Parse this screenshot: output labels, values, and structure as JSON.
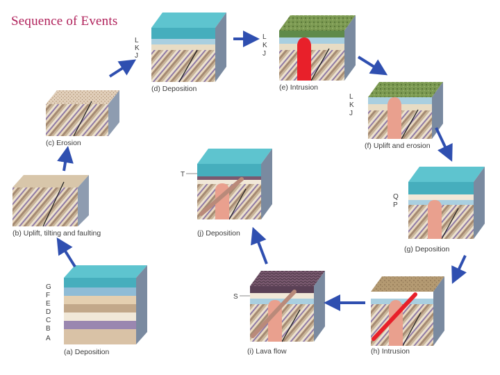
{
  "title": "Sequence of Events",
  "colors": {
    "arrow": "#2f4fb0",
    "title": "#b0205a",
    "water": "#4fb7c4",
    "intrusion": "#e8202a",
    "intrusion_cooled": "#e9a08e",
    "vegetation": "#7c9a52"
  },
  "panels": {
    "a": {
      "caption": "(a) Deposition",
      "layer_labels": [
        "G",
        "F",
        "E",
        "D",
        "C",
        "B",
        "A"
      ]
    },
    "b": {
      "caption": "(b) Uplift, tilting and faulting"
    },
    "c": {
      "caption": "(c) Erosion"
    },
    "d": {
      "caption": "(d) Deposition",
      "layer_labels": [
        "L",
        "K",
        "J"
      ]
    },
    "e": {
      "caption": "(e) Intrusion",
      "layer_labels": [
        "L",
        "K",
        "J"
      ]
    },
    "f": {
      "caption": "(f) Uplift and erosion",
      "layer_labels": [
        "L",
        "K",
        "J"
      ]
    },
    "g": {
      "caption": "(g) Deposition",
      "layer_labels": [
        "Q",
        "P"
      ]
    },
    "h": {
      "caption": "(h) Intrusion"
    },
    "i": {
      "caption": "(i) Lava flow",
      "layer_labels": [
        "S"
      ]
    },
    "j": {
      "caption": "(j) Deposition",
      "layer_labels": [
        "T"
      ]
    }
  }
}
